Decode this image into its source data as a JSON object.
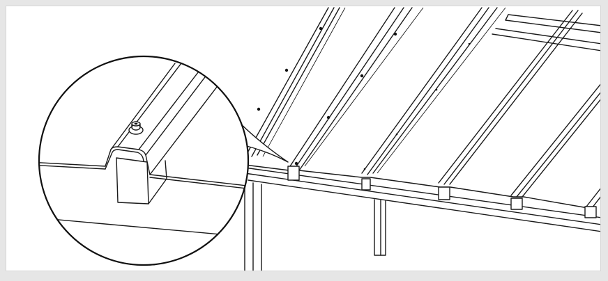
{
  "illustration": {
    "subject": "roof-panel-installation",
    "icons": {
      "detail_callout": "magnifier-circle",
      "fastener": "screw-with-washer"
    },
    "colors": {
      "line": "#1a1a1a",
      "background": "#ffffff",
      "frame_border": "#e6e6e6"
    }
  }
}
